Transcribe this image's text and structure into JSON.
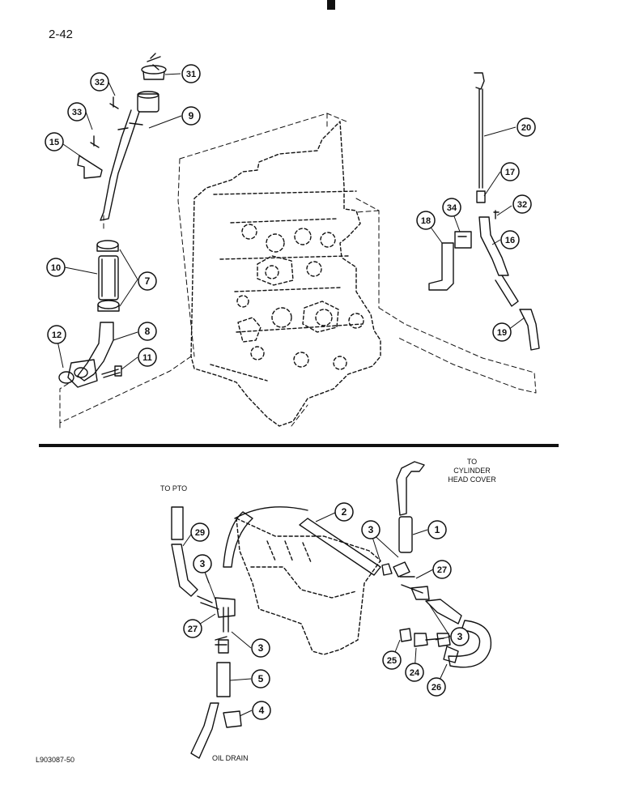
{
  "page": {
    "page_number": "2-42",
    "figure_code": "L903087-50",
    "captions": {
      "to_pto": "TO PTO",
      "oil_drain": "OIL DRAIN",
      "to_cylinder_head_cover": [
        "TO",
        "CYLINDER",
        "HEAD COVER"
      ]
    }
  },
  "callouts": [
    {
      "id": "c31",
      "label": "31"
    },
    {
      "id": "c32a",
      "label": "32"
    },
    {
      "id": "c9",
      "label": "9"
    },
    {
      "id": "c33",
      "label": "33"
    },
    {
      "id": "c15",
      "label": "15"
    },
    {
      "id": "c10",
      "label": "10"
    },
    {
      "id": "c7",
      "label": "7"
    },
    {
      "id": "c8",
      "label": "8"
    },
    {
      "id": "c12",
      "label": "12"
    },
    {
      "id": "c11",
      "label": "11"
    },
    {
      "id": "c20",
      "label": "20"
    },
    {
      "id": "c17",
      "label": "17"
    },
    {
      "id": "c34",
      "label": "34"
    },
    {
      "id": "c32b",
      "label": "32"
    },
    {
      "id": "c18",
      "label": "18"
    },
    {
      "id": "c16",
      "label": "16"
    },
    {
      "id": "c19",
      "label": "19"
    },
    {
      "id": "c2",
      "label": "2"
    },
    {
      "id": "c1",
      "label": "1"
    },
    {
      "id": "c3a",
      "label": "3"
    },
    {
      "id": "c27a",
      "label": "27"
    },
    {
      "id": "c29",
      "label": "29"
    },
    {
      "id": "c3b",
      "label": "3"
    },
    {
      "id": "c27b",
      "label": "27"
    },
    {
      "id": "c3c",
      "label": "3"
    },
    {
      "id": "c3d",
      "label": "3"
    },
    {
      "id": "c25",
      "label": "25"
    },
    {
      "id": "c24",
      "label": "24"
    },
    {
      "id": "c26",
      "label": "26"
    },
    {
      "id": "c5",
      "label": "5"
    },
    {
      "id": "c4",
      "label": "4"
    }
  ]
}
